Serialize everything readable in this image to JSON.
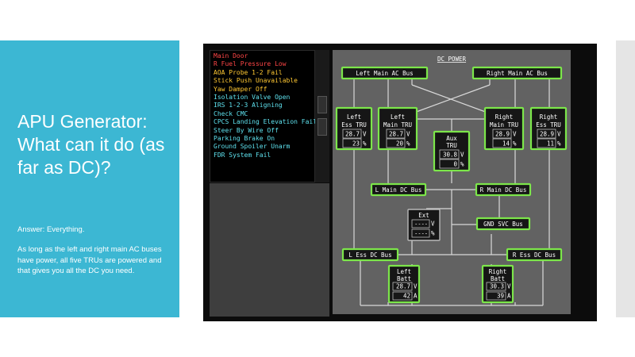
{
  "slide": {
    "title": "APU Generator: What can it do (as far as DC)?",
    "answer": "Answer: Everything.",
    "body": "As long as the left and right main AC buses have power, all five TRUs are powered and that gives you all the DC you need."
  },
  "eicas": {
    "messages": [
      {
        "text": "Main Door",
        "color": "#ff4646"
      },
      {
        "text": "R Fuel Pressure Low",
        "color": "#ff4646"
      },
      {
        "text": "AOA Probe 1-2 Fail",
        "color": "#ffc832"
      },
      {
        "text": "Stick Push Unavailable",
        "color": "#ffc832"
      },
      {
        "text": "Yaw Damper Off",
        "color": "#ffc832"
      },
      {
        "text": "Isolation Valve Open",
        "color": "#5fe3f0"
      },
      {
        "text": "IRS 1-2-3 Aligning",
        "color": "#5fe3f0"
      },
      {
        "text": "Check CMC",
        "color": "#5fe3f0"
      },
      {
        "text": "CPCS Landing Elevation Fail",
        "color": "#5fe3f0"
      },
      {
        "text": "Steer By Wire Off",
        "color": "#5fe3f0"
      },
      {
        "text": "Parking Brake On",
        "color": "#5fe3f0"
      },
      {
        "text": "Ground Spoiler Unarm",
        "color": "#5fe3f0"
      },
      {
        "text": "FDR System Fail",
        "color": "#5fe3f0"
      }
    ]
  },
  "dc": {
    "title": "DC POWER",
    "buses": {
      "left_main_ac": "Left Main AC Bus",
      "right_main_ac": "Right Main AC Bus",
      "l_main_dc": "L Main DC Bus",
      "r_main_dc": "R Main DC Bus",
      "gnd_svc": "GND SVC Bus",
      "l_ess_dc": "L Ess DC Bus",
      "r_ess_dc": "R Ess DC Bus"
    },
    "units": {
      "left_ess_tru": {
        "line1": "Left",
        "line2": "Ess TRU",
        "volts": "28.7",
        "volt_unit": "V",
        "amps": "23",
        "amp_unit": "%"
      },
      "left_main_tru": {
        "line1": "Left",
        "line2": "Main TRU",
        "volts": "28.7",
        "volt_unit": "V",
        "amps": "20",
        "amp_unit": "%"
      },
      "aux_tru": {
        "line1": "Aux",
        "line2": "TRU",
        "volts": "30.8",
        "volt_unit": "V",
        "amps": "0",
        "amp_unit": "%"
      },
      "right_main_tru": {
        "line1": "Right",
        "line2": "Main TRU",
        "volts": "28.9",
        "volt_unit": "V",
        "amps": "14",
        "amp_unit": "%"
      },
      "right_ess_tru": {
        "line1": "Right",
        "line2": "Ess TRU",
        "volts": "28.9",
        "volt_unit": "V",
        "amps": "11",
        "amp_unit": "%"
      },
      "ext": {
        "line1": "Ext",
        "volts": "----",
        "volt_unit": "V",
        "amps": "----",
        "amp_unit": "%"
      },
      "left_batt": {
        "line1": "Left",
        "line2": "Batt",
        "volts": "28.7",
        "volt_unit": "V",
        "amps": "42",
        "amp_unit": "A"
      },
      "right_batt": {
        "line1": "Right",
        "line2": "Batt",
        "volts": "30.3",
        "volt_unit": "V",
        "amps": "39",
        "amp_unit": "A"
      }
    }
  },
  "colors": {
    "accent": "#3cb7d3",
    "bus_green": "#7ce64a",
    "wire": "#d9d9d9",
    "screen_bg": "#626262"
  }
}
